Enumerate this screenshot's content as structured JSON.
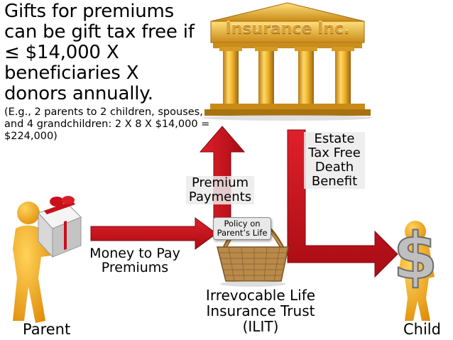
{
  "note": {
    "headline": "Gifts for premiums can be gift tax free if ≤ $14,000 X beneficiaries X donors annually.",
    "example": "(E.g., 2 parents to 2 children, spouses, and 4 grandchildren: 2 X 8 X $14,000 = $224,000)"
  },
  "insurer": {
    "name": "Insurance Inc."
  },
  "labels": {
    "premium_payments": "Premium Payments",
    "estate_benefit": "Estate Tax Free Death Benefit",
    "money_to_pay": "Money to Pay Premiums",
    "policy": "Policy on Parent’s Life",
    "trust": "Irrevocable Life Insurance Trust (ILIT)",
    "parent": "Parent",
    "child": "Child"
  },
  "colors": {
    "arrow": "#c8101a",
    "gold": "#e8a92a",
    "figure": "#f2a81d",
    "gift": "#d9d9d9",
    "ribbon": "#c8101a",
    "basket": "#b98a4a"
  }
}
